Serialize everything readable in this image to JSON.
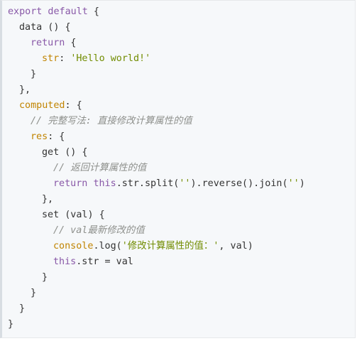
{
  "code": {
    "export_kw": "export default",
    "brace_open": " {",
    "data_name": "data () {",
    "return_kw": "return",
    "return_brace": " {",
    "str_key": "str",
    "colon": ": ",
    "hello_str": "'Hello world!'",
    "close_brace": "}",
    "close_brace_comma": "},",
    "computed_key": "computed",
    "computed_brace": ": {",
    "comment1": "// 完整写法: 直接修改计算属性的值",
    "res_key": "res",
    "res_brace": ": {",
    "get_line": "get () {",
    "comment2": "// 返回计算属性的值",
    "return_kw2": "return",
    "this_kw": "this",
    "split_expr": ".str.split(",
    "empty_str": "''",
    "reverse_expr": ").reverse().join(",
    "empty_str2": "''",
    "close_paren": ")",
    "get_close": "},",
    "set_line": "set (val) {",
    "comment3": "// val最新修改的值",
    "console_kw": "console",
    "log_expr": ".log(",
    "log_str": "'修改计算属性的值：'",
    "log_rest": ", val)",
    "this_kw2": "this",
    "assign_expr": ".str = val",
    "set_close": "}",
    "res_close": "}",
    "computed_close": "}",
    "final_close": "}"
  }
}
